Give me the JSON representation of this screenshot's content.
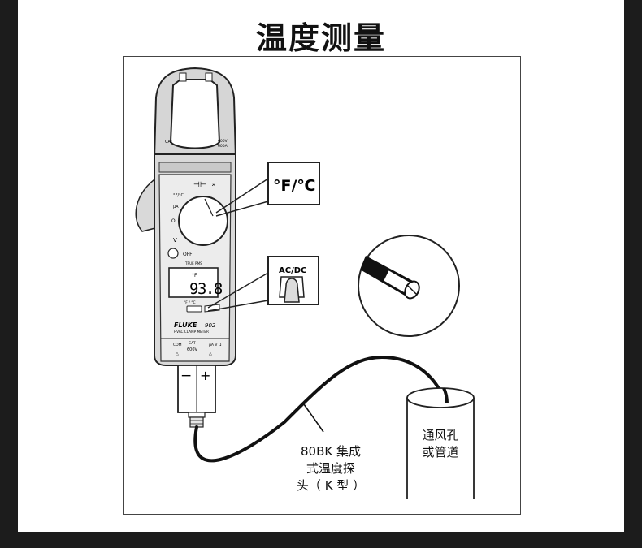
{
  "title": "温度测量",
  "callouts": {
    "unit_box": "°F/℃",
    "mode_box": "AC/DC"
  },
  "meter": {
    "brand": "FLUKE",
    "model": "902",
    "subtitle": "HVAC CLAMP METER",
    "cat_label": "CAT",
    "rating": "600V\n600A",
    "display_value": "93.8",
    "display_unit": "°F",
    "true_rms": "TRUE RMS",
    "dial_labels": [
      "°F/°C",
      "μA",
      "Ω",
      "V",
      "OFF"
    ],
    "button_label": "°F / °C",
    "terminals": [
      "COM",
      "CAT",
      "600V",
      "μA V Ω"
    ],
    "polarity_minus": "−",
    "polarity_plus": "+"
  },
  "labels": {
    "probe_lines": [
      "80BK 集成",
      "式温度探",
      "头（ K  型 ）"
    ],
    "vent_lines": [
      "通风孔",
      "或管道"
    ]
  }
}
